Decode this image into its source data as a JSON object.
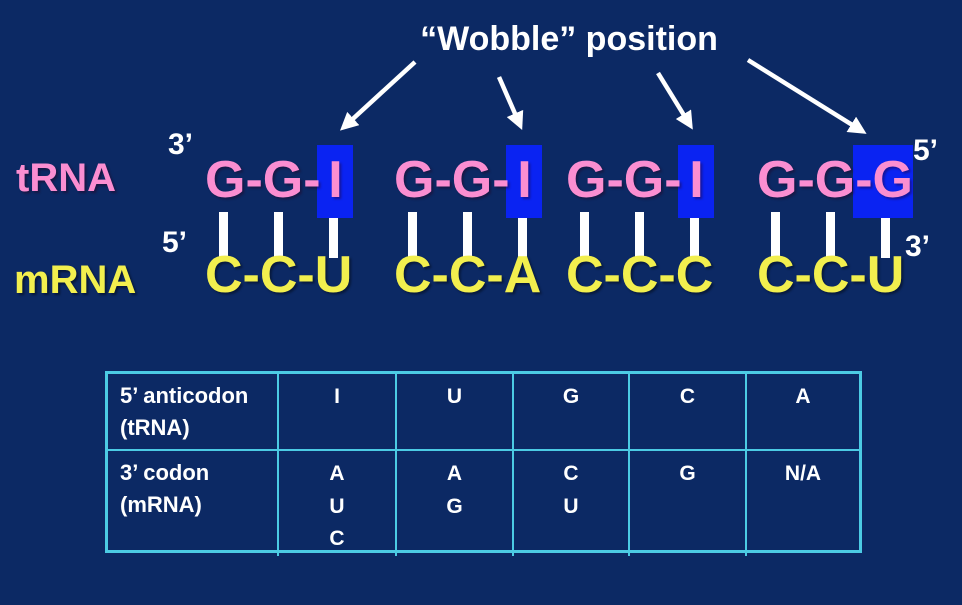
{
  "title": "“Wobble” position",
  "diagram": {
    "trna_label": "tRNA",
    "mrna_label": "mRNA",
    "trna_left_end": "3’",
    "trna_right_end": "5’",
    "mrna_left_end": "5’",
    "mrna_right_end": "3’",
    "groups": [
      {
        "trna_prefix": "G-G-",
        "trna_wobble": "I",
        "mrna": "C-C-U"
      },
      {
        "trna_prefix": "G-G-",
        "trna_wobble": "I",
        "mrna": "C-C-A"
      },
      {
        "trna_prefix": "G-G-",
        "trna_wobble": "I",
        "mrna": "C-C-C"
      },
      {
        "trna_prefix": "G-G-",
        "trna_wobble": "G",
        "mrna": "C-C-U"
      }
    ]
  },
  "table": {
    "rows": [
      {
        "label": "5’ anticodon\n(tRNA)",
        "cells": [
          "I",
          "U",
          "G",
          "C",
          "A"
        ]
      },
      {
        "label": "3’ codon\n(mRNA)",
        "cells": [
          "A\nU\nC",
          "A\nG",
          "C\nU",
          "G",
          "N/A"
        ]
      }
    ]
  },
  "colors": {
    "background": "#0c2964",
    "trna_pink": "#fb8ed1",
    "mrna_yellow": "#f2ef4e",
    "wobble_box_blue": "#0a23f2",
    "table_border_cyan": "#4ccbe4",
    "text_white": "#ffffff"
  }
}
